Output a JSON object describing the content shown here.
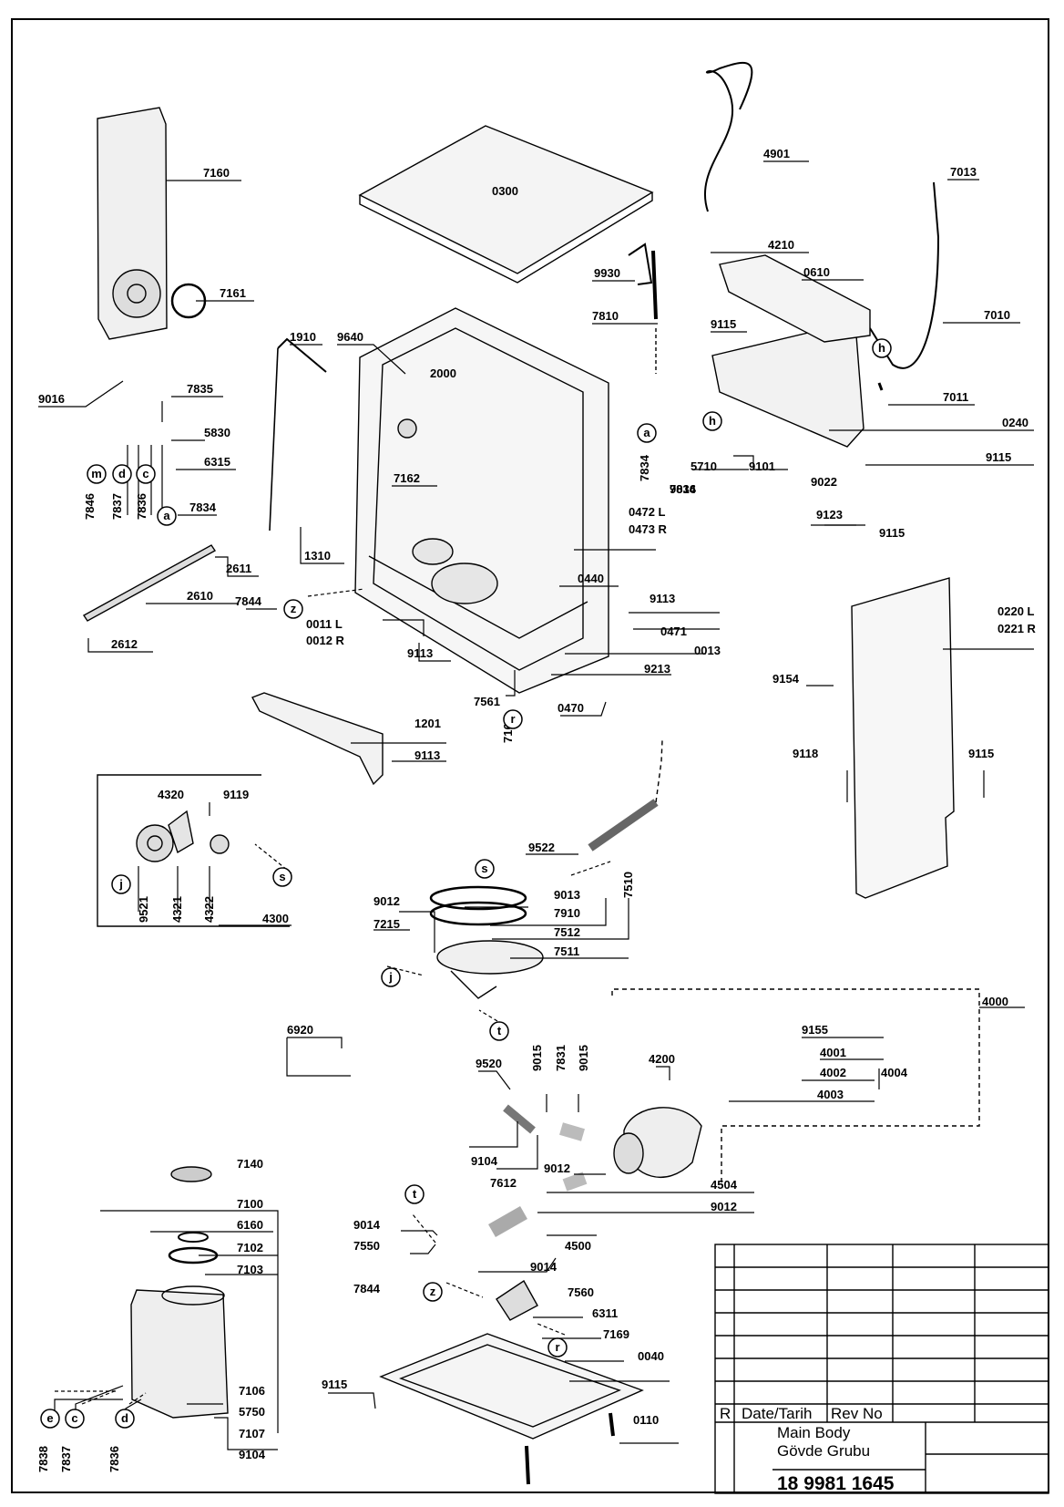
{
  "parts": [
    {
      "id": "p4901",
      "text": "4901"
    },
    {
      "id": "p7013",
      "text": "7013"
    },
    {
      "id": "p7160",
      "text": "7160"
    },
    {
      "id": "p0300",
      "text": "0300"
    },
    {
      "id": "p4210",
      "text": "4210"
    },
    {
      "id": "p9930",
      "text": "9930"
    },
    {
      "id": "p0610",
      "text": "0610"
    },
    {
      "id": "p7161",
      "text": "7161"
    },
    {
      "id": "p7810",
      "text": "7810"
    },
    {
      "id": "p7010",
      "text": "7010"
    },
    {
      "id": "p9115a",
      "text": "9115"
    },
    {
      "id": "p1910",
      "text": "1910"
    },
    {
      "id": "p9640",
      "text": "9640"
    },
    {
      "id": "p2000",
      "text": "2000"
    },
    {
      "id": "p9016a",
      "text": "9016"
    },
    {
      "id": "p7835",
      "text": "7835"
    },
    {
      "id": "p7011",
      "text": "7011"
    },
    {
      "id": "p0240",
      "text": "0240"
    },
    {
      "id": "p5830",
      "text": "5830"
    },
    {
      "id": "p6315",
      "text": "6315"
    },
    {
      "id": "p5710",
      "text": "5710"
    },
    {
      "id": "p9101",
      "text": "9101"
    },
    {
      "id": "p9115b",
      "text": "9115"
    },
    {
      "id": "p7162",
      "text": "7162"
    },
    {
      "id": "p7834a",
      "text": "7834"
    },
    {
      "id": "p9016b",
      "text": "9016"
    },
    {
      "id": "p9022",
      "text": "9022"
    },
    {
      "id": "p7834b",
      "text": "7834"
    },
    {
      "id": "p9123",
      "text": "9123"
    },
    {
      "id": "p0472",
      "text": "0472 L"
    },
    {
      "id": "p0473",
      "text": "0473 R"
    },
    {
      "id": "p1310",
      "text": "1310"
    },
    {
      "id": "p9115c",
      "text": "9115"
    },
    {
      "id": "p2611",
      "text": "2611"
    },
    {
      "id": "p0440",
      "text": "0440"
    },
    {
      "id": "p2610",
      "text": "2610"
    },
    {
      "id": "p7844a",
      "text": "7844"
    },
    {
      "id": "p9113a",
      "text": "9113"
    },
    {
      "id": "p0220",
      "text": "0220 L"
    },
    {
      "id": "p0221",
      "text": "0221 R"
    },
    {
      "id": "p2612",
      "text": "2612"
    },
    {
      "id": "p0011",
      "text": "0011 L"
    },
    {
      "id": "p0012",
      "text": "0012 R"
    },
    {
      "id": "p9113b",
      "text": "9113"
    },
    {
      "id": "p0471",
      "text": "0471"
    },
    {
      "id": "p0013",
      "text": "0013"
    },
    {
      "id": "p9213",
      "text": "9213"
    },
    {
      "id": "p9154",
      "text": "9154"
    },
    {
      "id": "p7561",
      "text": "7561"
    },
    {
      "id": "p0470",
      "text": "0470"
    },
    {
      "id": "p1201",
      "text": "1201"
    },
    {
      "id": "p9113c",
      "text": "9113"
    },
    {
      "id": "p9118",
      "text": "9118"
    },
    {
      "id": "p9115d",
      "text": "9115"
    },
    {
      "id": "p4320",
      "text": "4320"
    },
    {
      "id": "p9119",
      "text": "9119"
    },
    {
      "id": "p9522",
      "text": "9522"
    },
    {
      "id": "p9012a",
      "text": "9012"
    },
    {
      "id": "p9013",
      "text": "9013"
    },
    {
      "id": "p7910",
      "text": "7910"
    },
    {
      "id": "p7512",
      "text": "7512"
    },
    {
      "id": "p7511",
      "text": "7511"
    },
    {
      "id": "p7215",
      "text": "7215"
    },
    {
      "id": "p4300",
      "text": "4300"
    },
    {
      "id": "p4000",
      "text": "4000"
    },
    {
      "id": "p6920",
      "text": "6920"
    },
    {
      "id": "p9155",
      "text": "9155"
    },
    {
      "id": "p4001",
      "text": "4001"
    },
    {
      "id": "p4002",
      "text": "4002"
    },
    {
      "id": "p4004",
      "text": "4004"
    },
    {
      "id": "p4003",
      "text": "4003"
    },
    {
      "id": "p4200",
      "text": "4200"
    },
    {
      "id": "p9520",
      "text": "9520"
    },
    {
      "id": "p9104a",
      "text": "9104"
    },
    {
      "id": "p7612",
      "text": "7612"
    },
    {
      "id": "p9012b",
      "text": "9012"
    },
    {
      "id": "p7140",
      "text": "7140"
    },
    {
      "id": "p4504",
      "text": "4504"
    },
    {
      "id": "p7100",
      "text": "7100"
    },
    {
      "id": "p9014a",
      "text": "9014"
    },
    {
      "id": "p9012c",
      "text": "9012"
    },
    {
      "id": "p6160",
      "text": "6160"
    },
    {
      "id": "p7550",
      "text": "7550"
    },
    {
      "id": "p4500",
      "text": "4500"
    },
    {
      "id": "p9014b",
      "text": "9014"
    },
    {
      "id": "p7102",
      "text": "7102"
    },
    {
      "id": "p7103",
      "text": "7103"
    },
    {
      "id": "p7844b",
      "text": "7844"
    },
    {
      "id": "p7560",
      "text": "7560"
    },
    {
      "id": "p6311",
      "text": "6311"
    },
    {
      "id": "p7169b",
      "text": "7169"
    },
    {
      "id": "p0040",
      "text": "0040"
    },
    {
      "id": "p9115e",
      "text": "9115"
    },
    {
      "id": "p7106",
      "text": "7106"
    },
    {
      "id": "p5750",
      "text": "5750"
    },
    {
      "id": "p7107",
      "text": "7107"
    },
    {
      "id": "p9104b",
      "text": "9104"
    },
    {
      "id": "p0110",
      "text": "0110"
    }
  ],
  "vertical_parts": [
    {
      "id": "v7846",
      "text": "7846"
    },
    {
      "id": "v7837a",
      "text": "7837"
    },
    {
      "id": "v7836a",
      "text": "7836"
    },
    {
      "id": "v7834",
      "text": "7834"
    },
    {
      "id": "v7169",
      "text": "7169"
    },
    {
      "id": "v9521",
      "text": "9521"
    },
    {
      "id": "v4321",
      "text": "4321"
    },
    {
      "id": "v4322",
      "text": "4322"
    },
    {
      "id": "v7510",
      "text": "7510"
    },
    {
      "id": "v9015a",
      "text": "9015"
    },
    {
      "id": "v7831",
      "text": "7831"
    },
    {
      "id": "v9015b",
      "text": "9015"
    },
    {
      "id": "v7838",
      "text": "7838"
    },
    {
      "id": "v7837b",
      "text": "7837"
    },
    {
      "id": "v7836b",
      "text": "7836"
    }
  ],
  "markers": [
    {
      "id": "m_m",
      "text": "m"
    },
    {
      "id": "m_d1",
      "text": "d"
    },
    {
      "id": "m_c1",
      "text": "c"
    },
    {
      "id": "m_a1",
      "text": "a"
    },
    {
      "id": "m_a2",
      "text": "a"
    },
    {
      "id": "m_h1",
      "text": "h"
    },
    {
      "id": "m_h2",
      "text": "h"
    },
    {
      "id": "m_z1",
      "text": "z"
    },
    {
      "id": "m_r1",
      "text": "r"
    },
    {
      "id": "m_s1",
      "text": "s"
    },
    {
      "id": "m_j1",
      "text": "j"
    },
    {
      "id": "m_s2",
      "text": "s"
    },
    {
      "id": "m_j2",
      "text": "j"
    },
    {
      "id": "m_t1",
      "text": "t"
    },
    {
      "id": "m_t2",
      "text": "t"
    },
    {
      "id": "m_z2",
      "text": "z"
    },
    {
      "id": "m_r2",
      "text": "r"
    },
    {
      "id": "m_e",
      "text": "e"
    },
    {
      "id": "m_c2",
      "text": "c"
    },
    {
      "id": "m_d2",
      "text": "d"
    }
  ],
  "title_block": {
    "rev_marker": "R",
    "date_header": "Date/Tarih",
    "rev_header": "Rev No",
    "name_en": "Main Body",
    "name_tr": "Gövde Grubu",
    "drawing_number": "18 9981 1645"
  }
}
